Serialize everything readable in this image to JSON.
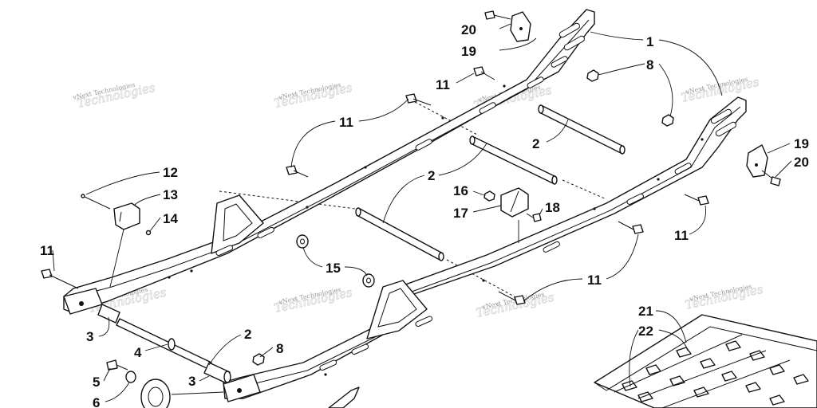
{
  "callouts": {
    "c1": "1",
    "c2a": "2",
    "c2b": "2",
    "c2c": "2",
    "c3a": "3",
    "c3b": "3",
    "c4": "4",
    "c5": "5",
    "c6": "6",
    "c8a": "8",
    "c8b": "8",
    "c11a": "11",
    "c11b": "11",
    "c11c": "11",
    "c11d": "11",
    "c11e": "11",
    "c12": "12",
    "c13": "13",
    "c14": "14",
    "c15": "15",
    "c16": "16",
    "c17": "17",
    "c18": "18",
    "c19a": "19",
    "c19b": "19",
    "c20a": "20",
    "c20b": "20",
    "c21": "21",
    "c22": "22"
  },
  "watermark": {
    "text": "vNext Technologies",
    "ghost": "Technologies"
  },
  "colors": {
    "ink": "#111111",
    "paper": "#ffffff",
    "watermark": "#9a9a9a"
  }
}
